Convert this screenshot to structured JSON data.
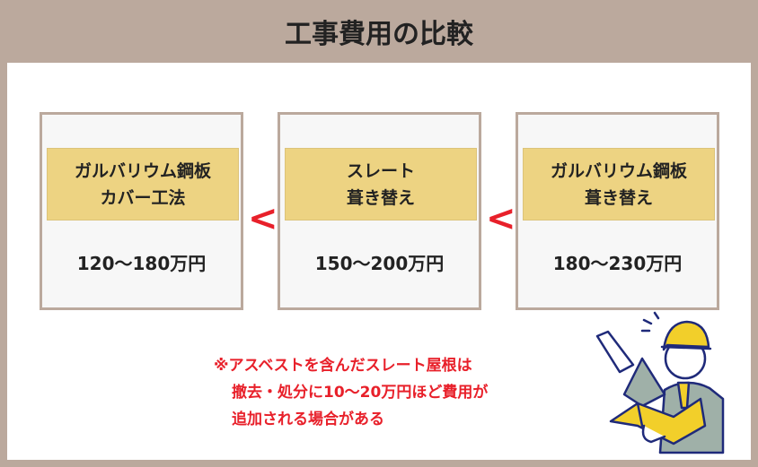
{
  "title": "工事費用の比較",
  "cards": [
    {
      "label_lines": [
        "ガルバリウム鋼板",
        "カバー工法"
      ],
      "price": "120〜180万円"
    },
    {
      "label_lines": [
        "スレート",
        "葺き替え"
      ],
      "price": "150〜200万円"
    },
    {
      "label_lines": [
        "ガルバリウム鋼板",
        "葺き替え"
      ],
      "price": "180〜230万円"
    }
  ],
  "comparison_symbol": "<",
  "note_lines": [
    "※アスベストを含んだスレート屋根は",
    "撤去・処分に10〜20万円ほど費用が",
    "追加される場合がある"
  ],
  "colors": {
    "frame": "#bba99d",
    "label_bg": "#edd382",
    "accent_red": "#e8202a"
  }
}
